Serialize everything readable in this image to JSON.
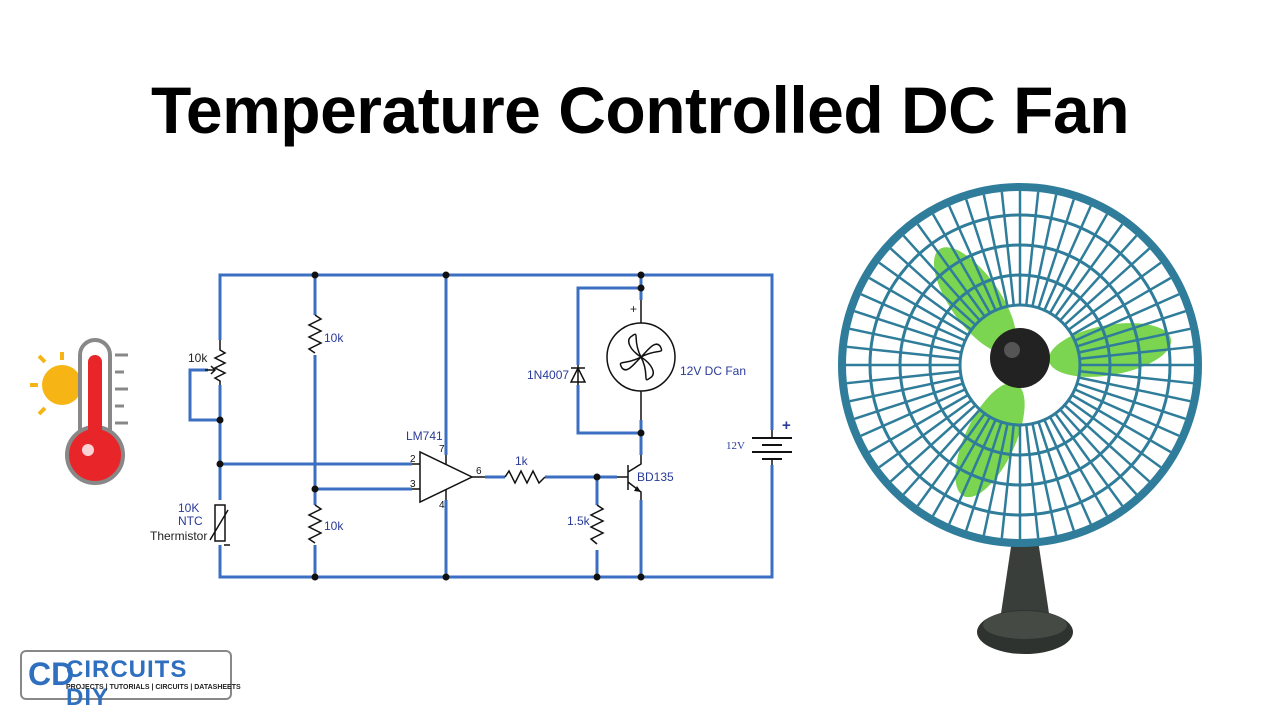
{
  "title": "Temperature Controlled DC Fan",
  "schematic": {
    "pot_label": "10k",
    "r_top_label": "10k",
    "r_bottom_label": "10k",
    "thermistor_label": [
      "10K",
      "NTC",
      "Thermistor"
    ],
    "opamp_label": "LM741",
    "pins": {
      "p2": "2",
      "p3": "3",
      "p4": "4",
      "p6": "6",
      "p7": "7"
    },
    "r_base_label": "1k",
    "r_pulldown_label": "1.5k",
    "transistor_label": "BD135",
    "diode_label": "1N4007",
    "fan_label": "12V DC Fan",
    "fan_plus": "+",
    "battery_label": "12V",
    "battery_plus": "+",
    "wire_color": "#3b6fc1"
  },
  "logo": {
    "mark": "CD",
    "name": "CIRCUITS DIY",
    "tagline": "PROJECTS | TUTORIALS | CIRCUITS | DATASHEETS"
  }
}
